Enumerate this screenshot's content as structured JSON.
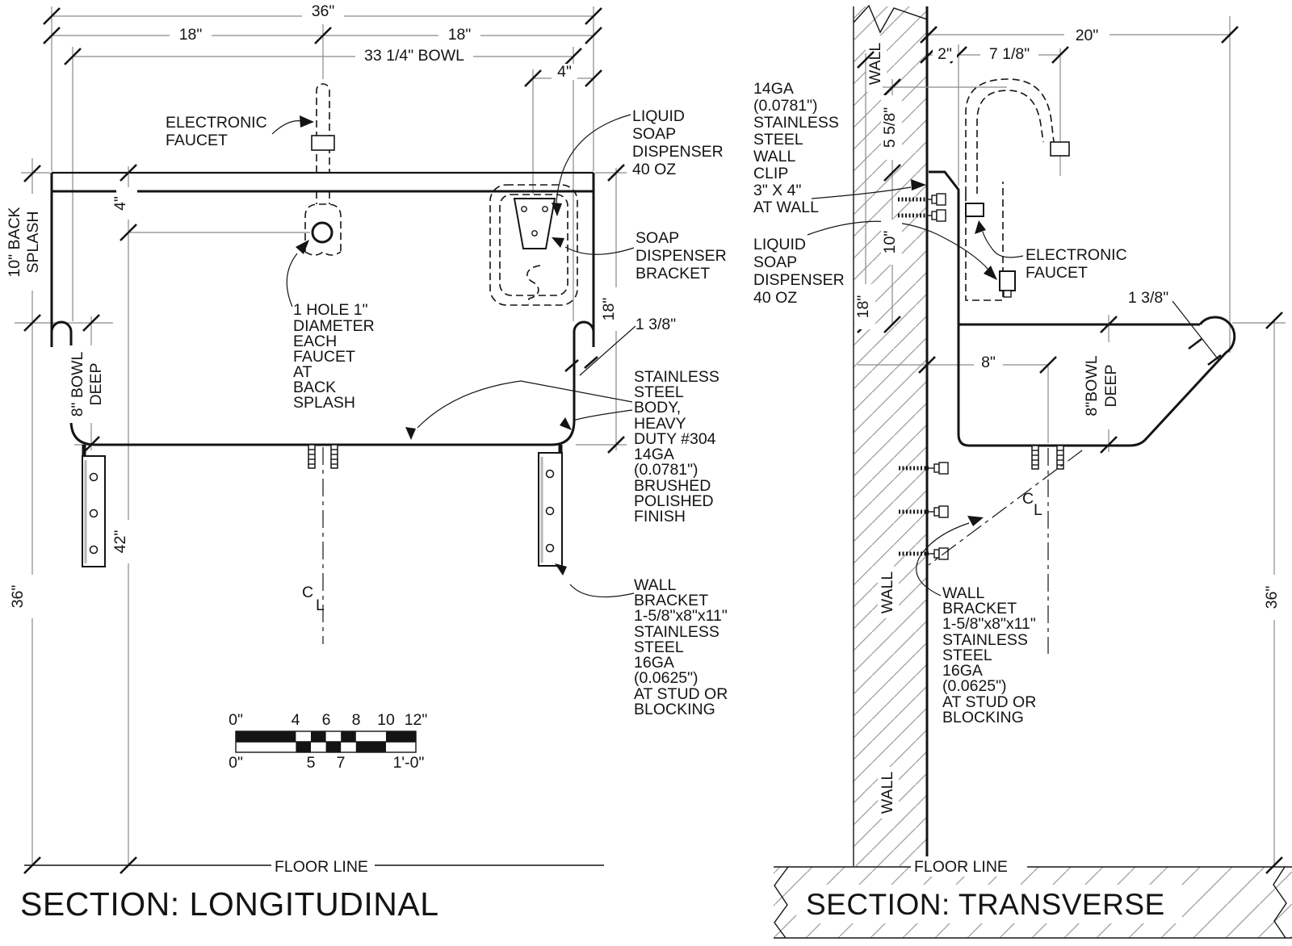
{
  "longitudinal": {
    "title": "SECTION: LONGITUDINAL",
    "floor_line": "FLOOR LINE",
    "dims": {
      "overall": "36\"",
      "half_left": "18\"",
      "half_right": "18\"",
      "bowl_width": "33 1/4\" BOWL",
      "dispenser_offset": "4\"",
      "backsplash_l1": "10\" BACK",
      "backsplash_l2": "SPLASH",
      "bowl_deep_l1": "8\" BOWL",
      "bowl_deep_l2": "DEEP",
      "faucet_drop": "4\"",
      "faucet_height": "42\"",
      "rim_height": "36\"",
      "body_height": "18\"",
      "rim_roll": "1 3/8\""
    },
    "labels": {
      "electronic_faucet": [
        "ELECTRONIC",
        "FAUCET"
      ],
      "soap_dispenser": [
        "LIQUID",
        "SOAP",
        "DISPENSER",
        "40 OZ"
      ],
      "dispenser_bracket": [
        "SOAP",
        "DISPENSER",
        "BRACKET"
      ],
      "faucet_hole": [
        "1 HOLE 1\"",
        "DIAMETER",
        "EACH",
        "FAUCET",
        "AT",
        "BACK",
        "SPLASH"
      ],
      "body": [
        "STAINLESS",
        "STEEL",
        "BODY,",
        "HEAVY",
        "DUTY #304",
        "14GA",
        "(0.0781\")",
        "BRUSHED",
        "POLISHED",
        "FINISH"
      ],
      "wall_bracket": [
        "WALL",
        "BRACKET",
        "1-5/8\"x8\"x11\"",
        "STAINLESS",
        "STEEL",
        "16GA",
        "(0.0625\")",
        "AT STUD OR",
        "BLOCKING"
      ]
    },
    "scale_bar": {
      "top": [
        "0\"",
        "4",
        "6",
        "8",
        "10",
        "12\""
      ],
      "bottom": [
        "0\"",
        "5",
        "7",
        "1'-0\""
      ]
    }
  },
  "transverse": {
    "title": "SECTION: TRANSVERSE",
    "floor_line": "FLOOR LINE",
    "wall_label": "WALL",
    "dims": {
      "overall": "20\"",
      "splash_thickness": "2\"",
      "spout_reach": "7 1/8\"",
      "spout_height": "5 5/8\"",
      "backsplash": "10\"",
      "front_height": "18\"",
      "drain_offset": "8\"",
      "bowl_deep_l1": "8\"BOWL",
      "bowl_deep_l2": "DEEP",
      "rim_roll": "1 3/8\"",
      "rim_height": "36\""
    },
    "labels": {
      "wall_clip": [
        "14GA",
        "(0.0781\")",
        "STAINLESS",
        "STEEL",
        "WALL",
        "CLIP",
        "3\" X 4\"",
        "AT WALL"
      ],
      "soap_dispenser": [
        "LIQUID",
        "SOAP",
        "DISPENSER",
        "40 OZ"
      ],
      "electronic_faucet": [
        "ELECTRONIC",
        "FAUCET"
      ],
      "wall_bracket": [
        "WALL",
        "BRACKET",
        "1-5/8\"x8\"x11\"",
        "STAINLESS",
        "STEEL",
        "16GA",
        "(0.0625\")",
        "AT STUD OR",
        "BLOCKING"
      ]
    },
    "centerline_c": "C",
    "centerline_l": "L"
  },
  "centerline_c": "C",
  "centerline_l": "L"
}
